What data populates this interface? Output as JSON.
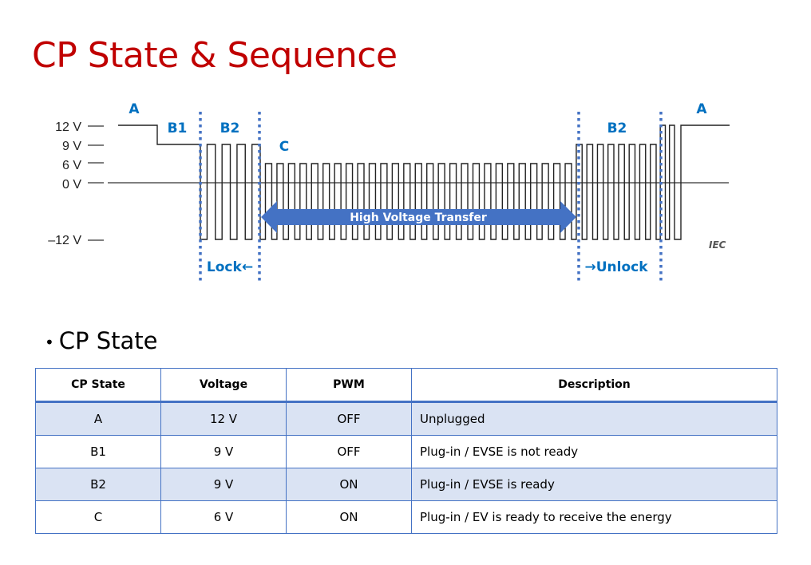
{
  "title": "CP State & Sequence",
  "diagram": {
    "y_labels": [
      "12 V",
      "9 V",
      "6 V",
      "0 V",
      "–12 V"
    ],
    "states": {
      "a1": "A",
      "b1": "B1",
      "b2_1": "B2",
      "c": "C",
      "b2_2": "B2",
      "a2": "A"
    },
    "arrow_label": "High Voltage Transfer",
    "lock_label": "Lock←",
    "unlock_label": "→Unlock",
    "source": "IEC",
    "colors": {
      "accent": "#0070c0",
      "arrow": "#4472c4",
      "dotted": "#4472c4"
    }
  },
  "section": "CP State",
  "table": {
    "headers": [
      "CP State",
      "Voltage",
      "PWM",
      "Description"
    ],
    "rows": [
      [
        "A",
        "12 V",
        "OFF",
        "Unplugged"
      ],
      [
        "B1",
        "9 V",
        "OFF",
        "Plug-in / EVSE is not ready"
      ],
      [
        "B2",
        "9 V",
        "ON",
        "Plug-in / EVSE is ready"
      ],
      [
        "C",
        "6 V",
        "ON",
        "Plug-in / EV is ready to receive the energy"
      ]
    ]
  }
}
